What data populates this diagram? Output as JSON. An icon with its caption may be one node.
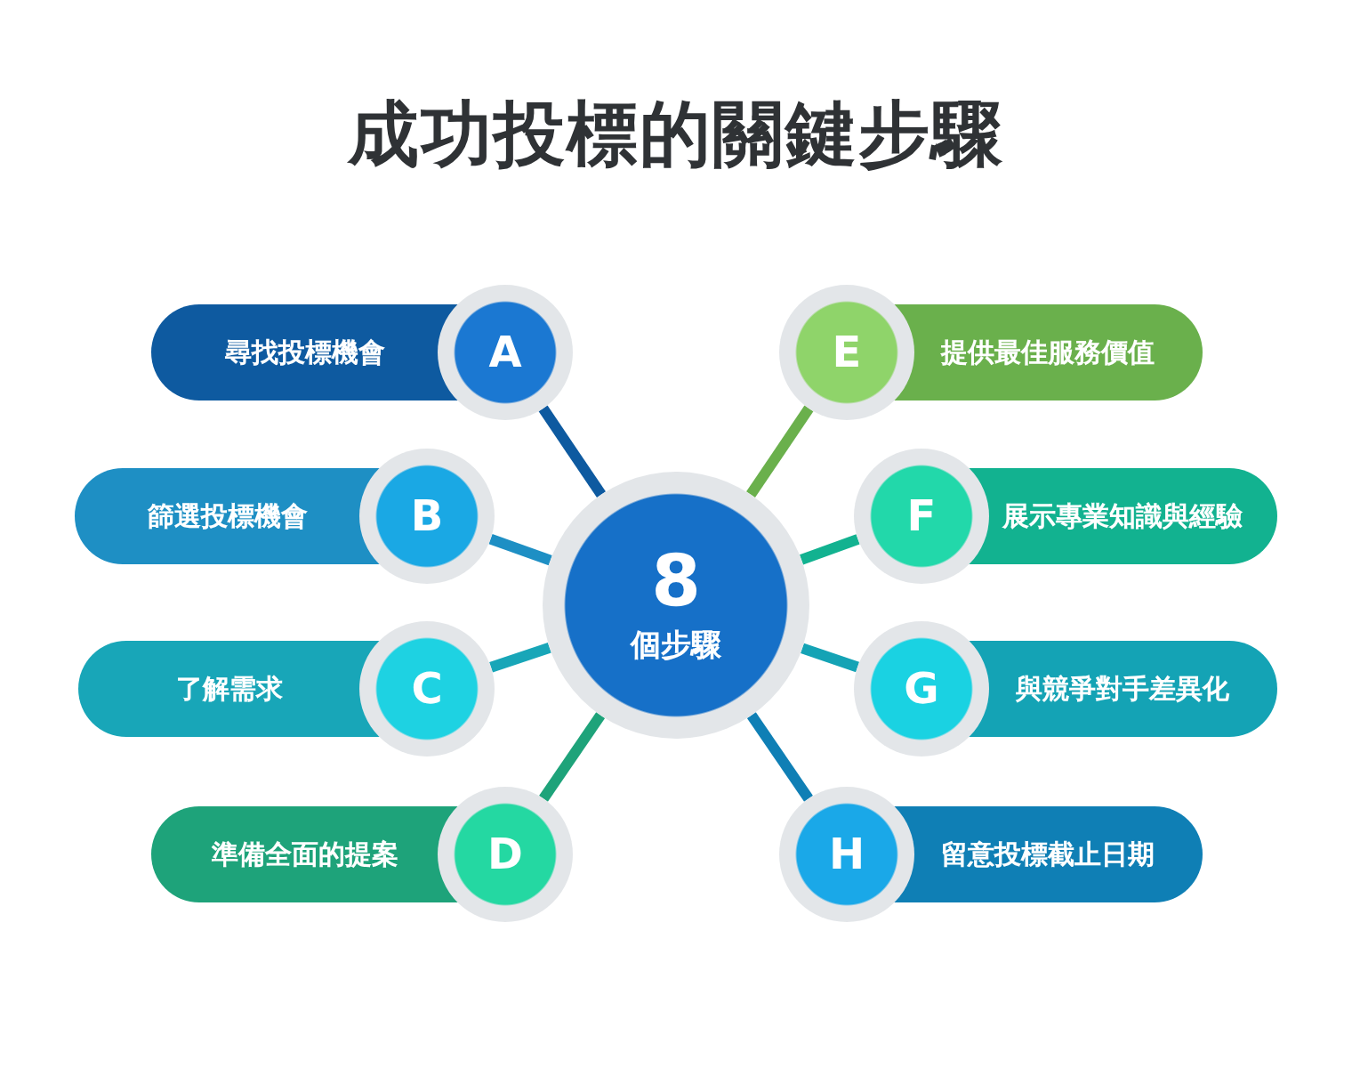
{
  "diagram": {
    "title": "成功投標的關鍵步驟",
    "nodes": [
      {
        "text": [
          "8",
          "個步驟"
        ]
      },
      {
        "text": [
          "尋找投標機會",
          "A"
        ]
      },
      {
        "text": [
          "篩選投標機會",
          "B"
        ]
      },
      {
        "text": [
          "了解需求",
          "C"
        ]
      },
      {
        "text": [
          "準備全面的提案",
          "D"
        ]
      },
      {
        "text": [
          "E",
          "提供最佳服務價值"
        ]
      },
      {
        "text": [
          "F",
          "展示專業知識與經驗"
        ]
      },
      {
        "text": [
          "G",
          "與競爭對手差異化"
        ]
      },
      {
        "text": [
          "H",
          "留意投標截止日期"
        ]
      }
    ],
    "edges": [
      {
        "from": 0,
        "to": 1,
        "arrow": "none",
        "color": "#0e5aa0"
      },
      {
        "from": 0,
        "to": 2,
        "arrow": "none",
        "color": "#1e8fc4"
      },
      {
        "from": 0,
        "to": 3,
        "arrow": "none",
        "color": "#18a6b8"
      },
      {
        "from": 0,
        "to": 4,
        "arrow": "none",
        "color": "#1ea37a"
      },
      {
        "from": 0,
        "to": 5,
        "arrow": "none",
        "color": "#6ab04c"
      },
      {
        "from": 0,
        "to": 6,
        "arrow": "none",
        "color": "#12b290"
      },
      {
        "from": 0,
        "to": 7,
        "arrow": "none",
        "color": "#14a3b5"
      },
      {
        "from": 0,
        "to": 8,
        "arrow": "none",
        "color": "#0f7fb5"
      }
    ]
  }
}
